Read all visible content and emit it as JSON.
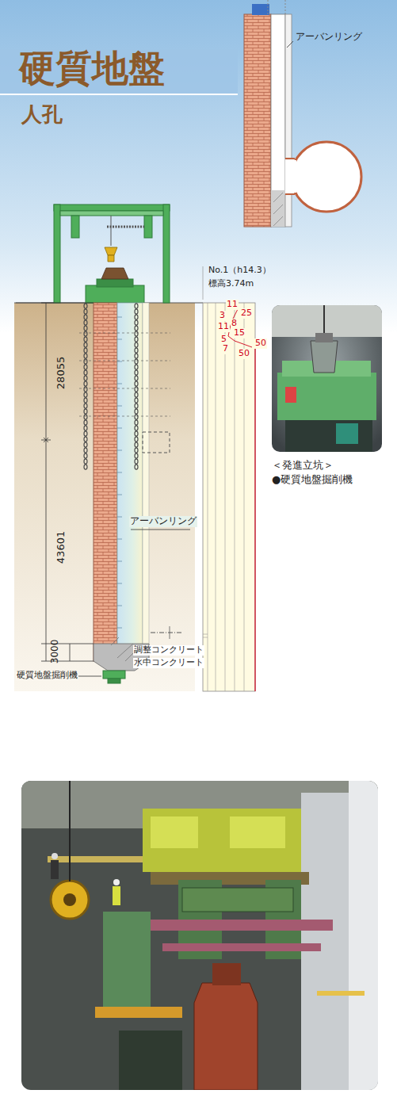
{
  "diagram": {
    "title": "硬質地盤",
    "nodes": [
      {
        "text": [
          "＜発進立坑＞",
          "●硬質地盤掘削機"
        ]
      }
    ],
    "labels": [
      "人孔",
      "アーバンリング",
      "28055",
      "43601",
      "3000",
      "アーバンリング",
      "調整コンクリート",
      "水中コンクリート",
      "硬質地盤掘削機",
      "No.1（h14.3）",
      "標高3.74m",
      "11",
      "25",
      "3",
      "8",
      "11",
      "15",
      "5",
      "50",
      "7",
      "50"
    ]
  }
}
